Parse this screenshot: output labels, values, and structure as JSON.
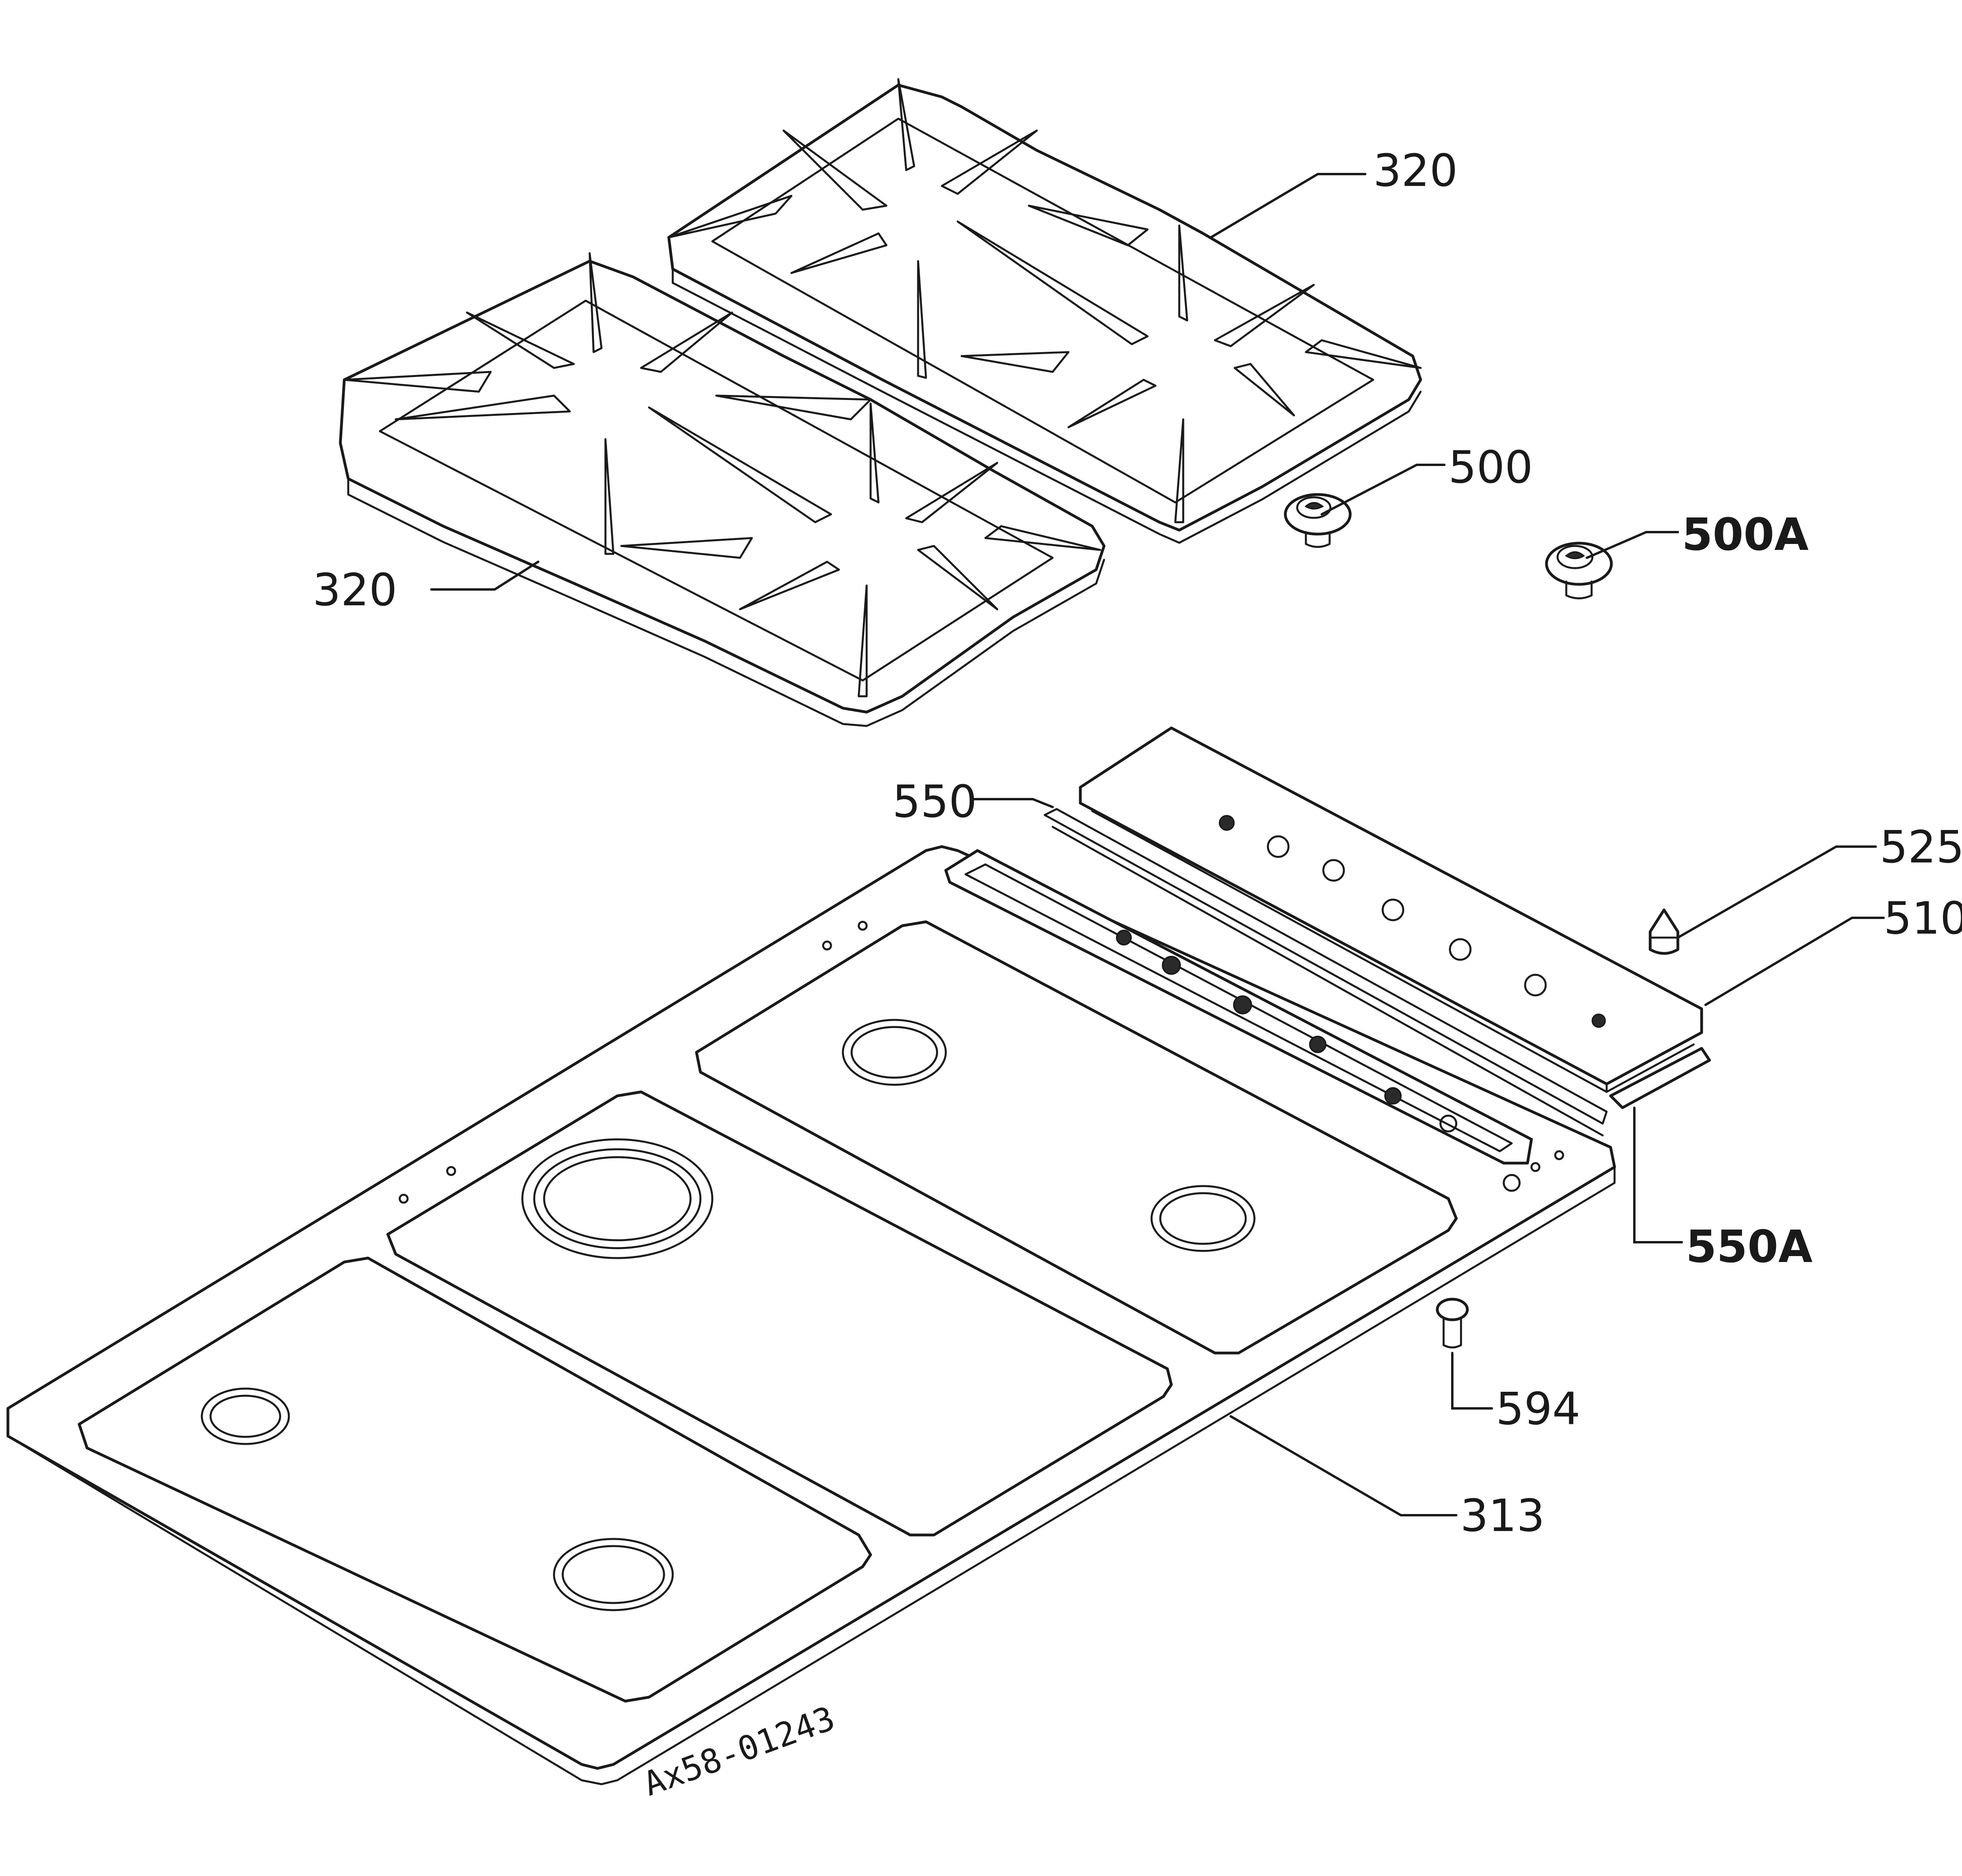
{
  "labels": {
    "grid_top": "320",
    "grid_left": "320",
    "knob": "500",
    "knob_a": "500A",
    "panel": "550",
    "button": "525",
    "panel_strip": "510",
    "panel_a": "550A",
    "screw": "594",
    "hob": "313"
  },
  "drawing_number": "Ax58-01243"
}
